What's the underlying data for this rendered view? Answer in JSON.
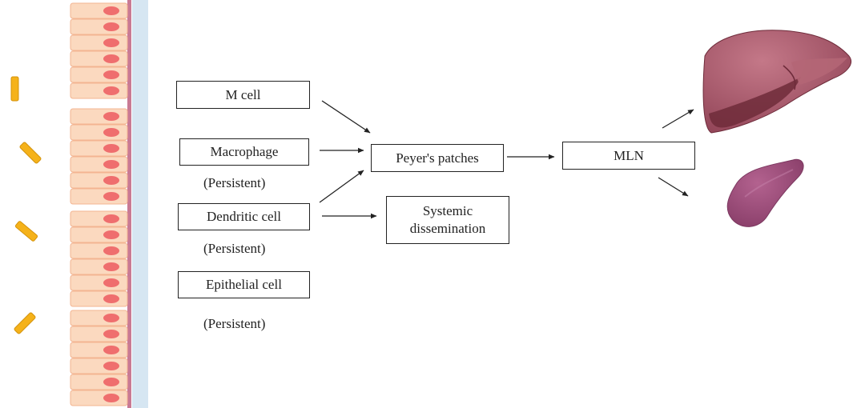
{
  "colors": {
    "cell_fill": "#fbd9bf",
    "cell_border": "#f3b592",
    "nucleus": "#ef6e6e",
    "lumen_band": "#d6e6f2",
    "basement": "#c97a94",
    "bacteria": "#f5b21a",
    "bacteria_edge": "#d4930c",
    "liver": "#9a4a5a",
    "liver_light": "#b46676",
    "liver_dark": "#6e2b3a",
    "spleen": "#9b4a78",
    "spleen_dark": "#7c3860",
    "box_border": "#222222",
    "arrow": "#222222"
  },
  "icons": [
    "bacterium-icon",
    "intestinal-epithelium",
    "liver-icon",
    "spleen-icon"
  ],
  "nodes": {
    "m_cell": "M cell",
    "macrophage": "Macrophage",
    "dendritic_cell": "Dendritic cell",
    "epithelial_cell": "Epithelial cell",
    "peyers_patches": "Peyer's patches",
    "systemic_line1": "Systemic",
    "systemic_line2": "dissemination",
    "mln": "MLN"
  },
  "notes": {
    "macrophage": "(Persistent)",
    "dendritic_cell": "(Persistent)",
    "epithelial_cell": "(Persistent)"
  }
}
